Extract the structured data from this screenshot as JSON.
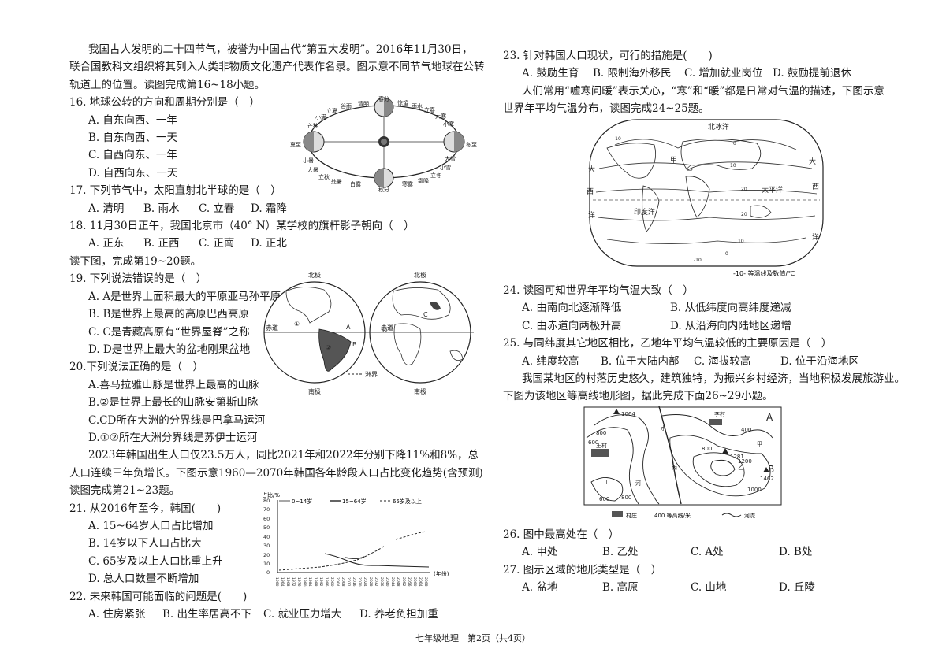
{
  "left": {
    "intro": [
      "我国古人发明的二十四节气，被誉为中国古代“第五大发明”。2016年11月30日，",
      "联合国教科文组织将其列入人类非物质文化遗产代表作名录。图示意不同节气地球在公转",
      "轨道上的位置。读图完成第16~18小题。"
    ],
    "q16": "16. 地球公转的方向和周期分别是（　）",
    "q16_opts": [
      "A. 自东向西、一年",
      "B. 自东向西、一天",
      "C. 自西向东、一年",
      "D. 自西向东、一天"
    ],
    "q17": "17. 下列节气中，太阳直射北半球的是（　）",
    "q17_opts": [
      "A. 清明",
      "B. 雨水",
      "C. 立春",
      "D. 霜降"
    ],
    "q18": "18. 11月30日正午，我国北京市（40° N）某学校的旗杆影子朝向（　）",
    "q18_opts": [
      "A. 正东",
      "B. 正西",
      "C. 正南",
      "D. 正北"
    ],
    "read2": "读下图，完成第19~20题。",
    "q19": "19. 下列说法错误的是（　）",
    "q19_opts": [
      "A. A是世界上面积最大的平原亚马孙平原",
      "B. B是世界上最高的高原巴西高原",
      "C. C是青藏高原有“世界屋脊”之称",
      "D. D是世界上最大的盆地刚果盆地"
    ],
    "q20": "20.下列说法正确的是（　）",
    "q20_opts": [
      "A.喜马拉雅山脉是世界上最高的山脉",
      "B.②是世界上最长的山脉安第斯山脉",
      "C.CD所在大洲的分界线是巴拿马运河",
      "D.①②所在大洲分界线是苏伊士运河"
    ],
    "intro3": [
      "2023年韩国出生人口仅23.5万人，同比2021年和2022年分别下降11%和8%，总",
      "人口连续三年负增长。下图示意1960—2070年韩国各年龄段人口占比变化趋势(含预测)",
      "读图完成第21~23题。"
    ],
    "q21": "21. 从2016年至今，韩国(　　)",
    "q21_opts": [
      "A. 15~64岁人口占比增加",
      "B. 14岁以下人口占比大",
      "C. 65岁及以上人口比重上升",
      "D. 总人口数量不断增加"
    ],
    "q22": "22. 未来韩国可能面临的问题是(　　)",
    "q22_opts": [
      "A. 住房紧张",
      "B. 出生率居高不下",
      "C. 就业压力增大",
      "D. 养老负担加重"
    ]
  },
  "right": {
    "q23": "23. 针对韩国人口现状，可行的措施是(　　)",
    "q23_opts": [
      "A. 鼓励生育",
      "B. 限制海外移民",
      "C. 增加就业岗位",
      "D. 鼓励提前退休"
    ],
    "intro4": [
      "人们常用“嘘寒问暖”表示关心，“寒”和“暖”都是日常对气温的描述，下图示意",
      "世界年平均气温分布，读图完成24~25题。"
    ],
    "q24": "24. 读图可知世界年平均气温大致（　）",
    "q24_opts": [
      "A. 由南向北逐渐降低",
      "B. 从低纬度向高纬度递减",
      "C. 由赤道向两极升高",
      "D. 从沿海向内陆地区递增"
    ],
    "q25": "25. 与同纬度其它地区相比，乙地年平均气温较低的主要原因是（　）",
    "q25_opts": [
      "A. 纬度较高",
      "B. 位于大陆内部",
      "C. 海拔较高",
      "D. 位于沿海地区"
    ],
    "intro5": [
      "我国某地区的村落历史悠久，建筑独特，为振兴乡村经济，当地积极发展旅游业。",
      "下图为该地区等高线地形图，据此完成下面26~29小题。"
    ],
    "q26": "26. 图中最高处在（　）",
    "q26_opts": [
      "A. 甲处",
      "B. 乙处",
      "C. A处",
      "D. B处"
    ],
    "q27": "27. 图示区域的地形类型是（　）",
    "q27_opts": [
      "A. 盆地",
      "B. 高原",
      "C. 山地",
      "D. 丘陵"
    ]
  },
  "figures": {
    "orbit": {
      "labels": [
        "春分",
        "夏至",
        "秋分",
        "冬至",
        "清明",
        "谷雨",
        "立夏",
        "小满",
        "芒种",
        "小暑",
        "大暑",
        "立秋",
        "处暑",
        "白露",
        "寒露",
        "霜降",
        "立冬",
        "小雪",
        "大雪",
        "小寒",
        "大寒",
        "立春",
        "雨水",
        "惊蛰"
      ]
    },
    "hemispheres": {
      "top": [
        "北极",
        "北极"
      ],
      "bottom": [
        "南极",
        "南极"
      ],
      "marks": [
        "①",
        "②",
        "A",
        "B",
        "C",
        "D"
      ],
      "equator": [
        "赤道",
        "赤道"
      ],
      "legend": "洲界"
    },
    "korea_chart": {
      "ylabel": "占比/%",
      "legend": [
        "0~14岁",
        "15~64岁",
        "65岁及以上"
      ],
      "yticks": [
        "80",
        "70",
        "60",
        "50",
        "40",
        "30",
        "20",
        "10",
        "0"
      ],
      "xunit": "(年份)",
      "xticks": [
        "1960",
        "1964",
        "1968",
        "1972",
        "1976",
        "1980",
        "1984",
        "1988",
        "1992",
        "1996",
        "2000",
        "2004",
        "2008",
        "2012",
        "2016",
        "2020",
        "2024",
        "2028",
        "2032",
        "2036",
        "2040",
        "2044",
        "2048",
        "2052",
        "2056",
        "2060",
        "2064",
        "2068"
      ]
    },
    "world_temp": {
      "ocean_labels": [
        "北冰洋",
        "太平洋",
        "印度洋",
        "大",
        "西",
        "洋",
        "大",
        "西",
        "洋"
      ],
      "marks": [
        "甲",
        "乙"
      ],
      "isotherms": [
        "0",
        "10",
        "20",
        "20",
        "10",
        "0",
        "-10",
        "-10"
      ],
      "legend": "-10- 等温线及数值/℃"
    },
    "contour": {
      "labels": [
        "1064",
        "李村",
        "A",
        "800",
        "600",
        "王村",
        "1281",
        "甲",
        "乙",
        "B",
        "1462",
        "丙",
        "丁",
        "600",
        "800",
        "800",
        "1000",
        "1200",
        "400",
        "河",
        "水"
      ],
      "legend": [
        "村庄",
        "400 等高线/米",
        "河流"
      ]
    }
  },
  "footer": "七年级地理　第2页（共4页）"
}
